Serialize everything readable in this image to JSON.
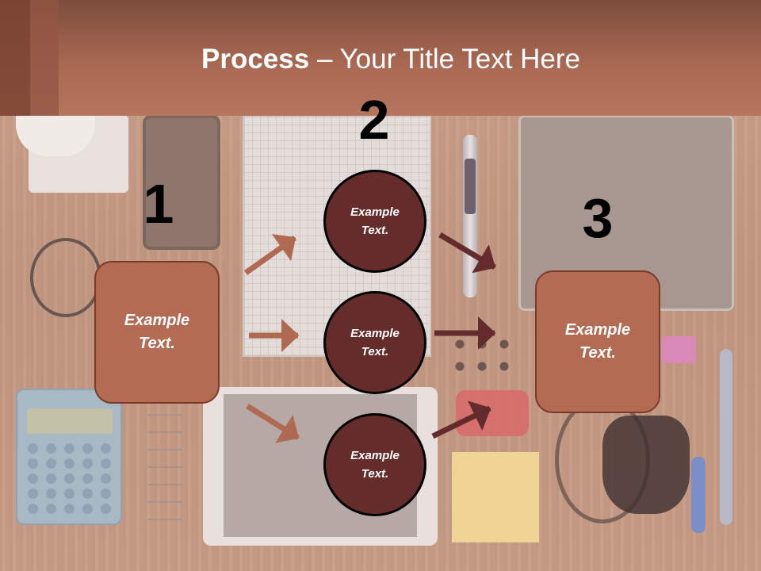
{
  "slide": {
    "title_bold": "Process",
    "title_rest": " – Your Title Text Here"
  },
  "steps": [
    {
      "number": "1",
      "box_text": "Example Text."
    },
    {
      "number": "2",
      "circles": [
        "Example Text.",
        "Example Text.",
        "Example Text."
      ]
    },
    {
      "number": "3",
      "box_text": "Example Text."
    }
  ],
  "colors": {
    "banner": "#a86852",
    "box_fill": "#b46b54",
    "circle_fill": "#642d2c",
    "arrow_light": "#b06a52",
    "arrow_dark": "#632b2b"
  }
}
